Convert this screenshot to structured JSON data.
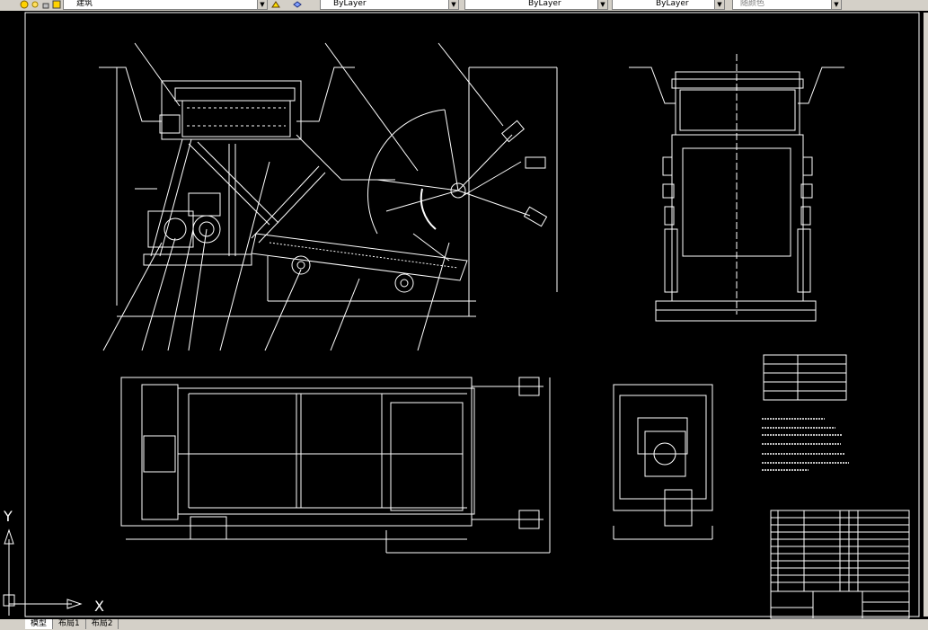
{
  "toolbar": {
    "layer_combo": "建筑",
    "color_combo": "ByLayer",
    "linetype_combo": "ByLayer",
    "lineweight_combo": "ByLayer",
    "plotstyle_combo": "随颜色"
  },
  "ucs": {
    "x_label": "X",
    "y_label": "Y"
  },
  "tabs": [
    "模型",
    "布局1",
    "布局2"
  ],
  "colors": {
    "background": "#000000",
    "lines": "#ffffff",
    "chrome": "#d4d0c8"
  }
}
